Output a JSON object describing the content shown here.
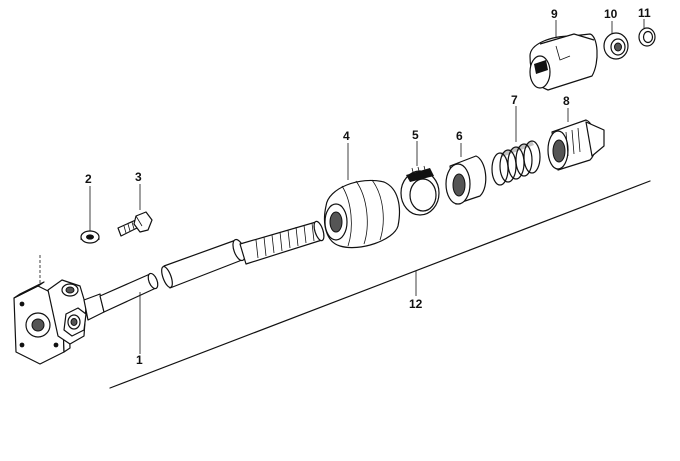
{
  "parts": [
    {
      "id": "1",
      "label": "1"
    },
    {
      "id": "2",
      "label": "2"
    },
    {
      "id": "3",
      "label": "3"
    },
    {
      "id": "4",
      "label": "4"
    },
    {
      "id": "5",
      "label": "5"
    },
    {
      "id": "6",
      "label": "6"
    },
    {
      "id": "7",
      "label": "7"
    },
    {
      "id": "8",
      "label": "8"
    },
    {
      "id": "9",
      "label": "9"
    },
    {
      "id": "10",
      "label": "10"
    },
    {
      "id": "11",
      "label": "11"
    },
    {
      "id": "12",
      "label": "12"
    }
  ]
}
